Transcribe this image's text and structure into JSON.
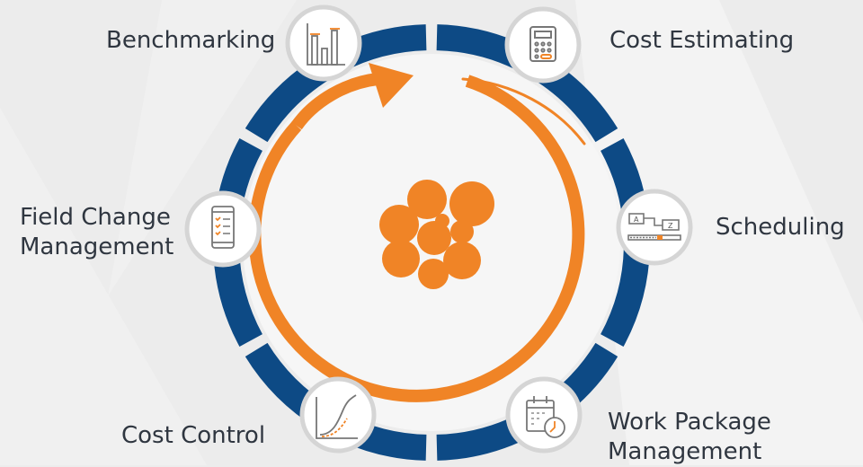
{
  "colors": {
    "ring": "#0d4a85",
    "accent": "#f08426",
    "background": "#ececec",
    "node_circle_fill": "#ffffff",
    "node_circle_stroke": "#d5d5d5",
    "label_text": "#2f3640"
  },
  "center_logo_icon": "orange-circle-cluster-icon",
  "process_arrow_icon": "orange-circular-arrow-icon",
  "nodes": [
    {
      "label": "Cost Estimating",
      "icon": "calculator-icon"
    },
    {
      "label": "Scheduling",
      "icon": "gantt-a-to-z-icon"
    },
    {
      "label": "Work Package",
      "label2": "Management",
      "icon": "calendar-clock-icon"
    },
    {
      "label": "Cost Control",
      "icon": "s-curve-chart-icon"
    },
    {
      "label": "Field Change",
      "label2": "Management",
      "icon": "mobile-checklist-icon"
    },
    {
      "label": "Benchmarking",
      "icon": "bar-chart-icon"
    }
  ]
}
